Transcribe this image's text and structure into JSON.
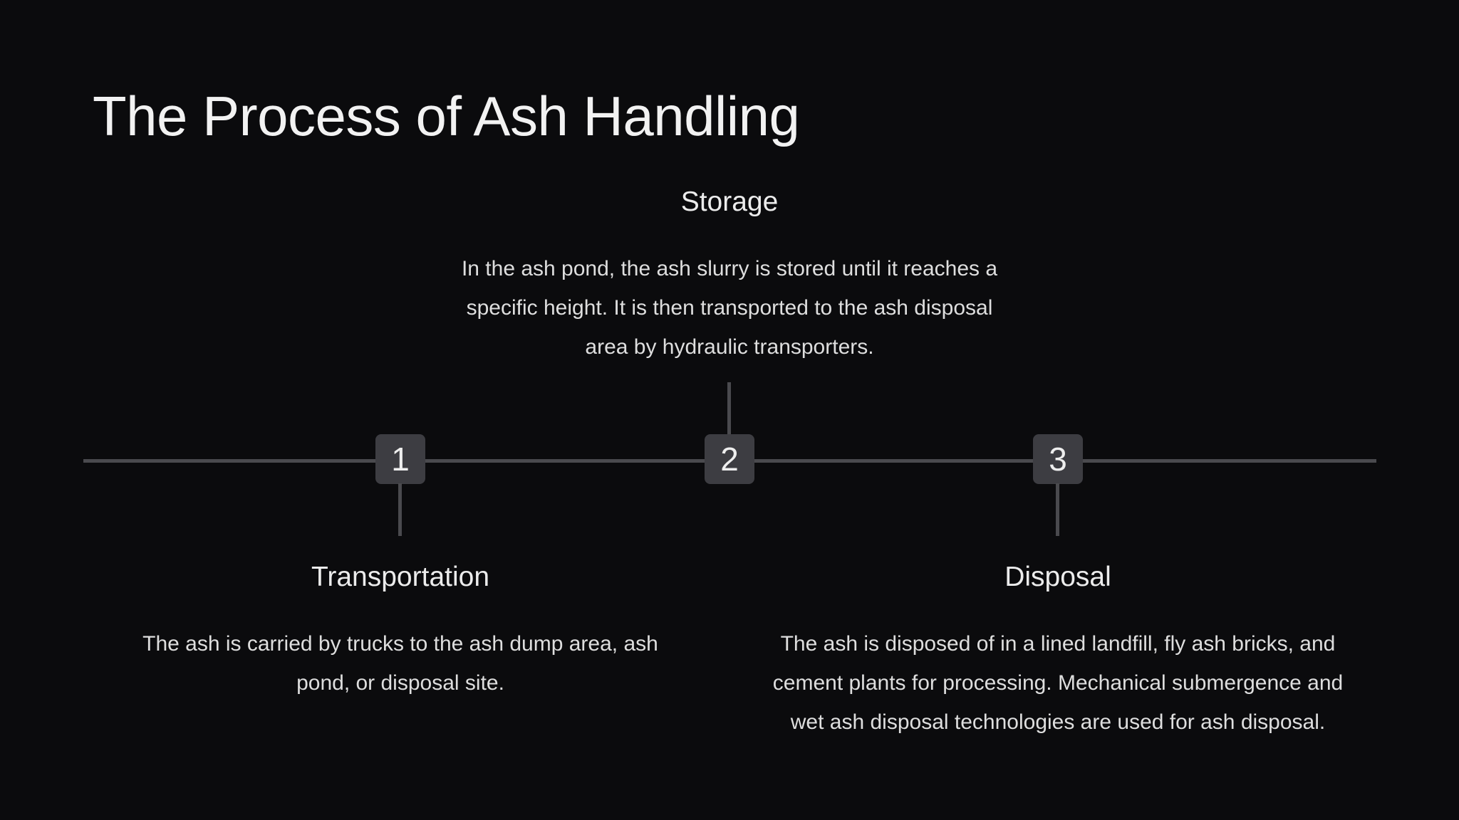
{
  "slide": {
    "title": "The Process of Ash Handling"
  },
  "steps": [
    {
      "number": "1",
      "title": "Transportation",
      "description": "The ash is carried by trucks to the ash dump area, ash pond, or disposal site."
    },
    {
      "number": "2",
      "title": "Storage",
      "description": "In the ash pond, the ash slurry is stored until it reaches a specific height. It is then transported to the ash disposal area by hydraulic transporters."
    },
    {
      "number": "3",
      "title": "Disposal",
      "description": "The ash is disposed of in a lined landfill, fly ash bricks, and cement plants for processing. Mechanical submergence and wet ash disposal technologies are used for ash disposal."
    }
  ],
  "colors": {
    "background": "#0b0b0d",
    "line": "#4a4a4e",
    "marker": "#3d3d42",
    "text": "#e6e6e6"
  }
}
